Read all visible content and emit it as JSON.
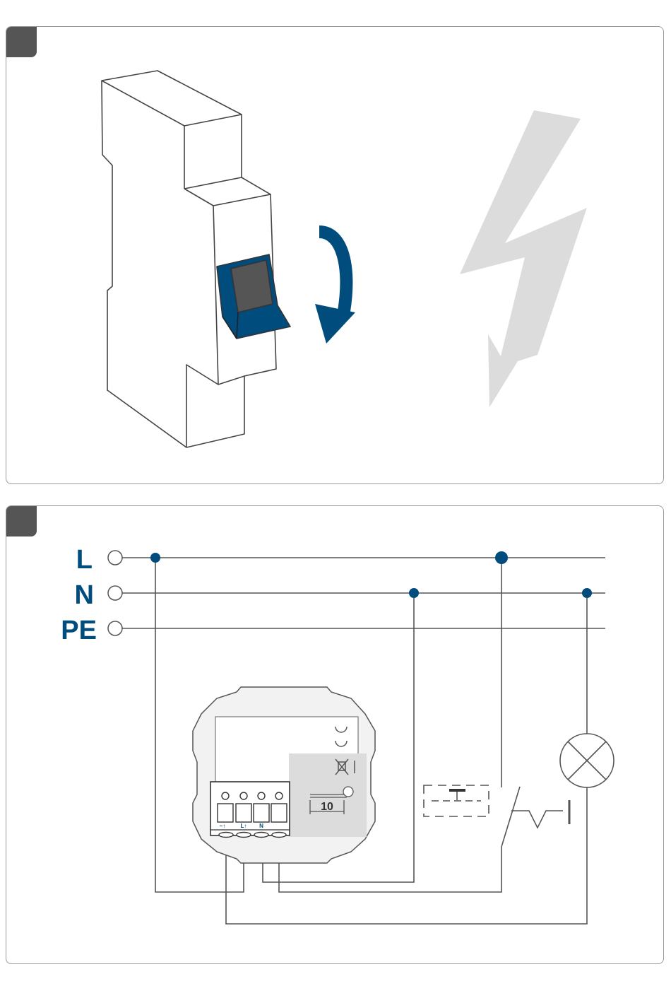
{
  "colors": {
    "accent": "#004c7d",
    "step_badge": "#555555",
    "wire": "#555555",
    "lightning": "#dcdcdc",
    "outline": "#444444"
  },
  "step1": {
    "icons": [
      "circuit-breaker-icon",
      "switch-off-arrow-icon",
      "lightning-bolt-icon"
    ]
  },
  "step2": {
    "bus_labels": {
      "L": "L",
      "N": "N",
      "PE": "PE"
    },
    "terminal_labels": {
      "t1": "~↑",
      "t2": "L↑",
      "t3": "N"
    },
    "strip_length": "10",
    "icons": [
      "lamp-icon",
      "pushbutton-icon",
      "actuator-insert-icon"
    ]
  }
}
